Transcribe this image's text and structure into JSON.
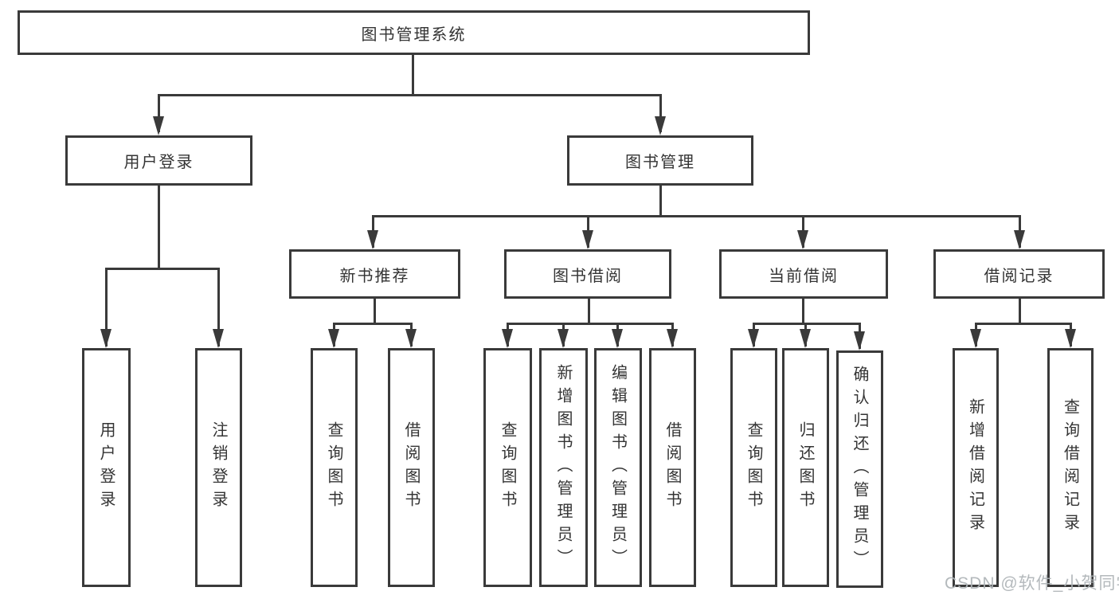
{
  "diagram": {
    "root": {
      "label": "图书管理系统"
    },
    "branches": {
      "user_login": {
        "label": "用户登录",
        "children": [
          "用户登录",
          "注销登录"
        ]
      },
      "book_mgmt": {
        "label": "图书管理"
      }
    },
    "book_mgmt_sections": {
      "new_book": {
        "label": "新书推荐",
        "children": [
          "查询图书",
          "借阅图书"
        ]
      },
      "book_borrow": {
        "label": "图书借阅",
        "children": [
          "查询图书",
          "新增图书（管理员）",
          "编辑图书（管理员）",
          "借阅图书"
        ]
      },
      "current_borrow": {
        "label": "当前借阅",
        "children": [
          "查询图书",
          "归还图书",
          "确认归还（管理员）"
        ]
      },
      "borrow_record": {
        "label": "借阅记录",
        "children": [
          "新增借阅记录",
          "查询借阅记录"
        ]
      }
    }
  },
  "watermark": {
    "text": "CSDN @软件_小贺同学"
  },
  "colors": {
    "line": "#3a3a3a",
    "text": "#343434",
    "watermark": "#aeb4b7",
    "background": "#ffffff"
  }
}
